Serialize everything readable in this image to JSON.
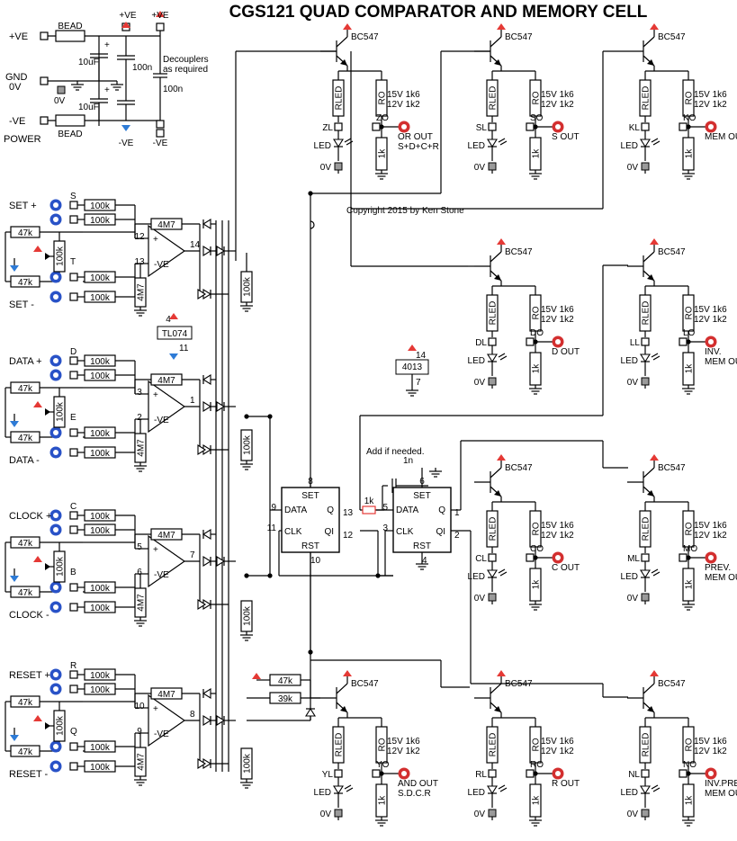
{
  "title": "CGS121 QUAD COMPARATOR AND MEMORY CELL",
  "copyright": "Copyright 2015 by Ken Stone",
  "note_add": "Add if needed.",
  "colors": {
    "positive_rail": "#e53935",
    "negative_rail": "#2e7bd6",
    "jack_in": "#2952c7",
    "jack_out": "#d32f2f",
    "note": "#e53935"
  },
  "power": {
    "pve": "+VE",
    "gnd": "GND",
    "zero": "0V",
    "nve": "-VE",
    "label": "POWER",
    "bead": "BEAD",
    "cap_big": "10uF",
    "cap_small": "100n",
    "decouplers": "Decouplers",
    "as_required": "as required",
    "plus": "+",
    "pve_top": "+VE",
    "nve_bottom": "-VE"
  },
  "common": {
    "r100k": "100k",
    "r47k": "47k",
    "r4m7": "4M7",
    "r39k": "39k",
    "r1k": "1k",
    "transistor": "BC547",
    "rled": "RLED",
    "ro": "RO",
    "ro_15": "15V 1k6",
    "ro_12": "12V 1k2",
    "led": "LED",
    "zero_v": "0V",
    "cap_1n": "1n",
    "ic_opamp": "TL074",
    "ic_flipflop": "4013",
    "pin4": "4",
    "pin11": "11",
    "pin14": "14",
    "pin7": "7",
    "set": "SET",
    "rst": "RST",
    "data": "DATA",
    "clk": "CLK",
    "q": "Q",
    "qi": "QI"
  },
  "inputs": [
    {
      "plus": "SET +",
      "minus": "SET -",
      "t1": "S",
      "t2": "T",
      "pa": "12",
      "pb": "13",
      "out": "14"
    },
    {
      "plus": "DATA +",
      "minus": "DATA -",
      "t1": "D",
      "t2": "E",
      "pa": "3",
      "pb": "2",
      "out": "1"
    },
    {
      "plus": "CLOCK +",
      "minus": "CLOCK -",
      "t1": "C",
      "t2": "B",
      "pa": "5",
      "pb": "6",
      "out": "7"
    },
    {
      "plus": "RESET +",
      "minus": "RESET -",
      "t1": "R",
      "t2": "Q",
      "pa": "10",
      "pb": "9",
      "out": "8"
    }
  ],
  "outputs": [
    {
      "led": "ZL",
      "out": "ZO",
      "desc1": "OR OUT",
      "desc2": "S+D+C+R"
    },
    {
      "led": "SL",
      "out": "SO",
      "desc1": "S OUT",
      "desc2": ""
    },
    {
      "led": "KL",
      "out": "KO",
      "desc1": "MEM OUT",
      "desc2": ""
    },
    {
      "led": "DL",
      "out": "DO",
      "desc1": "D OUT",
      "desc2": ""
    },
    {
      "led": "LL",
      "out": "LO",
      "desc1": "INV.",
      "desc2": "MEM OUT"
    },
    {
      "led": "CL",
      "out": "CO",
      "desc1": "C OUT",
      "desc2": ""
    },
    {
      "led": "ML",
      "out": "MO",
      "desc1": "PREV.",
      "desc2": "MEM OUT"
    },
    {
      "led": "YL",
      "out": "YO",
      "desc1": "AND OUT",
      "desc2": "S.D.C.R"
    },
    {
      "led": "RL",
      "out": "RO",
      "desc1": "R OUT",
      "desc2": ""
    },
    {
      "led": "NL",
      "out": "NO",
      "desc1": "INV.PREV.",
      "desc2": "MEM OUT"
    }
  ],
  "ff1": {
    "set": "8",
    "data": "9",
    "clk": "11",
    "rst": "10",
    "q": "13",
    "qi": "12"
  },
  "ff2": {
    "set": "6",
    "data": "5",
    "clk": "3",
    "rst": "4",
    "q": "1",
    "qi": "2"
  }
}
